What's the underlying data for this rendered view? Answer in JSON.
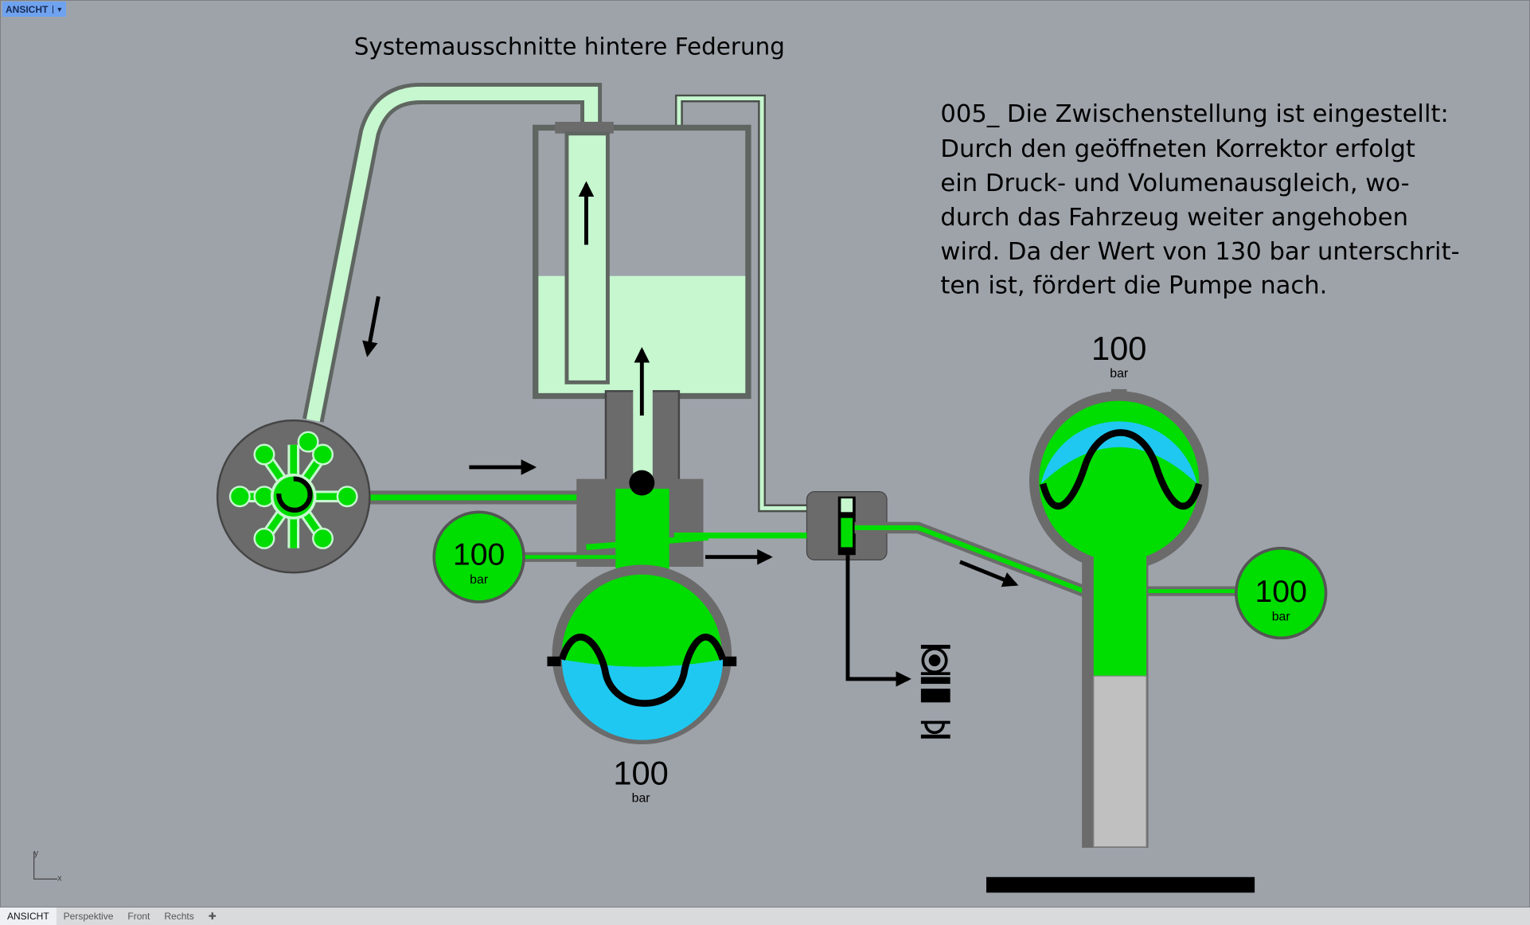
{
  "viewport": {
    "label": "ANSICHT",
    "dropdown_icon": "caret-down-icon"
  },
  "title": "Systemausschnitte hintere Federung",
  "description": [
    "005_ Die Zwischenstellung ist eingestellt:",
    "Durch den geöffneten Korrektor erfolgt",
    "ein Druck- und Volumenausgleich, wo-",
    "durch das Fahrzeug weiter angehoben",
    "wird. Da der Wert von 130 bar unterschrit-",
    "ten ist, fördert die Pumpe nach."
  ],
  "gauges": {
    "left": {
      "value": "100",
      "unit": "bar"
    },
    "right": {
      "value": "100",
      "unit": "bar"
    },
    "accumulator": {
      "value": "100",
      "unit": "bar"
    },
    "strut": {
      "value": "100",
      "unit": "bar"
    }
  },
  "axes": {
    "y": "y",
    "x": "x"
  },
  "tabs": [
    "ANSICHT",
    "Perspektive",
    "Front",
    "Rechts"
  ],
  "add_tab_icon": "plus-icon",
  "colors": {
    "background": "#9ea3aa",
    "fluid": "#00dd00",
    "light_fluid": "#c6f7cf",
    "gas": "#1fc8f0",
    "housing": "#6b6b6b"
  }
}
